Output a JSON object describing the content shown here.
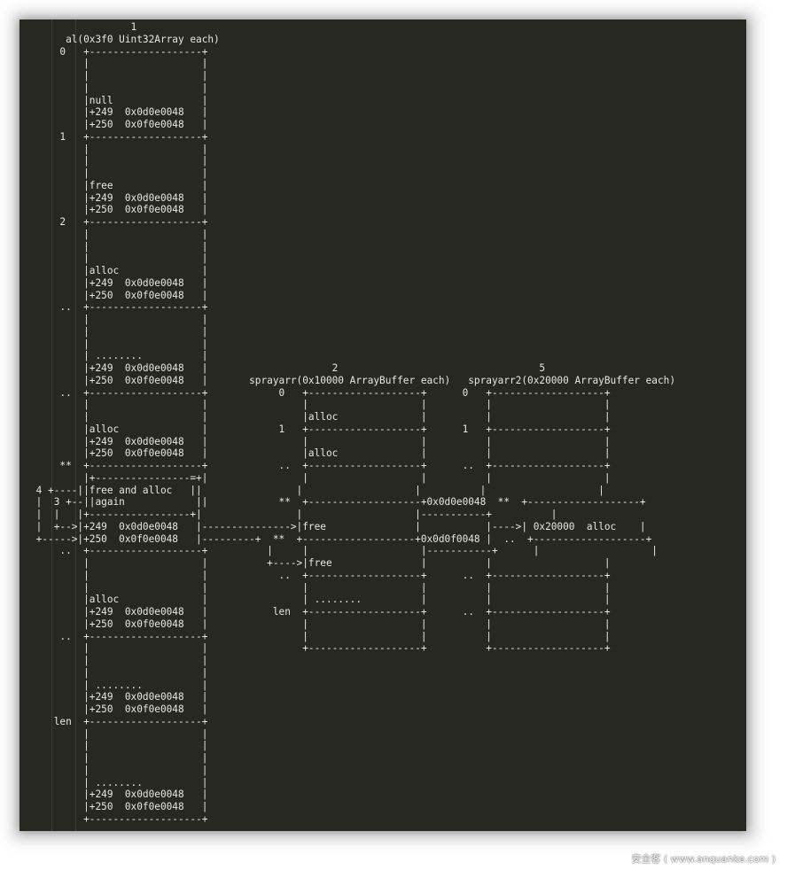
{
  "diagram": {
    "lines": [
      "                 1",
      "      al(0x3f0 Uint32Array each)",
      "     0   +-------------------+",
      "         |                   |",
      "         |                   |",
      "         |                   |",
      "         |null               |",
      "         |+249  0x0d0e0048   |",
      "         |+250  0x0f0e0048   |",
      "     1   +-------------------+",
      "         |                   |",
      "         |                   |",
      "         |                   |",
      "         |free               |",
      "         |+249  0x0d0e0048   |",
      "         |+250  0x0f0e0048   |",
      "     2   +-------------------+",
      "         |                   |",
      "         |                   |",
      "         |                   |",
      "         |alloc              |",
      "         |+249  0x0d0e0048   |",
      "         |+250  0x0f0e0048   |",
      "     ..  +-------------------+",
      "         |                   |",
      "         |                   |",
      "         |                   |",
      "         | ........          |",
      "         |+249  0x0d0e0048   |                     2                                  5",
      "         |+250  0x0f0e0048   |       sprayarr(0x10000 ArrayBuffer each)   sprayarr2(0x20000 ArrayBuffer each)",
      "     ..  +-------------------+            0   +-------------------+      0   +-------------------+",
      "         |                   |                |                   |          |                   |",
      "         |                   |                |alloc              |          |                   |",
      "         |alloc              |            1   +-------------------+      1   +-------------------+",
      "         |+249  0x0d0e0048   |                |                   |          |                   |",
      "         |+250  0x0f0e0048   |                |alloc              |          |                   |",
      "     **  +-------------------+            ..  +-------------------+      ..  +-------------------+",
      "         |+----------------=+|                |                   |          |                   |",
      " 4 +----||free and alloc   ||                |                   |          |                   |",
      " |  3 +--||again            ||            **  +-------------------+0x0d0e0048  **  +-------------------+",
      " |  |   |+-----------------+|                |                   |-----------+          |",
      " |  +-->|+249  0x0d0e0048   |--------------->|free               |           |---->| 0x20000  alloc    |",
      " +----->|+250  0x0f0e0048   |---------+  **  +-------------------+0x0d0f0048 |  ..  +-------------------+",
      "     ..  +-------------------+          |     |                   |-----------+      |                   |",
      "         |                   |          +---->|free               |          |                   |",
      "         |                   |            ..  +-------------------+      ..  +-------------------+",
      "         |                   |                |                   |          |                   |",
      "         |alloc              |                | ........          |          |                   |",
      "         |+249  0x0d0e0048   |           len  +-------------------+      ..  +-------------------+",
      "         |+250  0x0f0e0048   |                |                   |          |                   |",
      "     ..  +-------------------+                |                   |          |                   |",
      "         |                   |                +-------------------+          +-------------------+",
      "         |                   |",
      "         |                   |",
      "         | ........          |",
      "         |+249  0x0d0e0048   |",
      "         |+250  0x0f0e0048   |",
      "    len  +-------------------+",
      "         |                   |",
      "         |                   |",
      "         |                   |",
      "         |                   |",
      "         | ........          |",
      "         |+249  0x0d0e0048   |",
      "         |+250  0x0f0e0048   |",
      "         +-------------------+"
    ]
  },
  "watermark": {
    "text": "安全客 ( www.anquanke.com )"
  },
  "colors": {
    "background": "#272822",
    "text": "#e8e8e2"
  }
}
